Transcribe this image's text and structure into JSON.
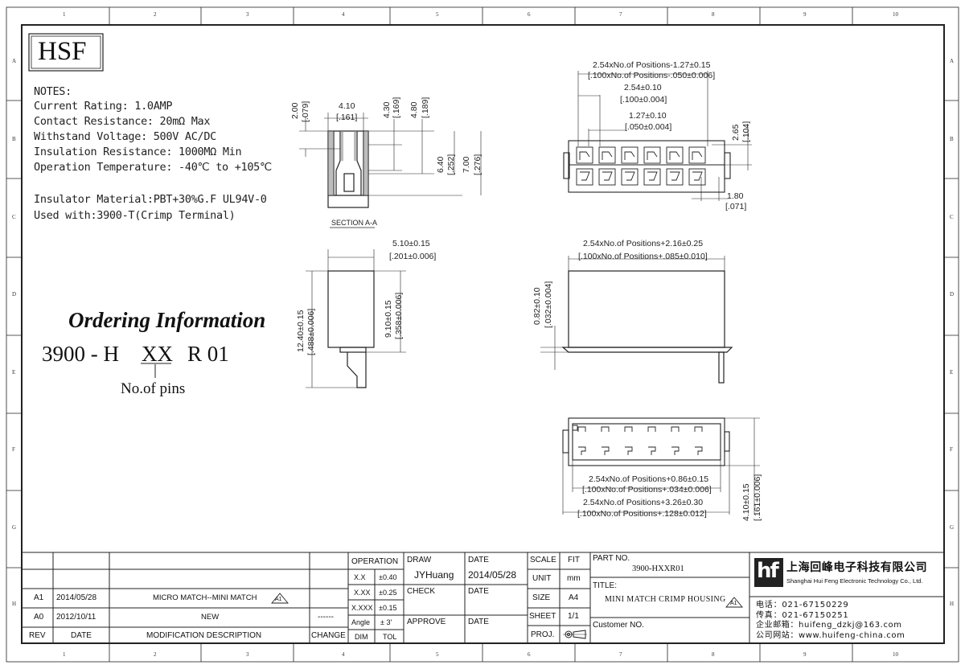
{
  "logo": {
    "text": "HSF"
  },
  "notes": [
    "NOTES:",
    "Current Rating: 1.0AMP",
    "Contact Resistance: 20mΩ Max",
    "Withstand Voltage: 500V AC/DC",
    "Insulation Resistance: 1000MΩ Min",
    "Operation Temperature: -40℃ to +105℃",
    "Insulator Material:PBT+30%G.F UL94V-0",
    "Used with:3900-T(Crimp Terminal)"
  ],
  "ordering": {
    "heading": "Ordering Information",
    "p1": "3900 - H",
    "p2": "XX",
    "p3": "R 01",
    "note": "No.of pins"
  },
  "zones": {
    "cols": [
      "1",
      "2",
      "3",
      "4",
      "5",
      "6",
      "7",
      "8",
      "9",
      "10"
    ],
    "rows": [
      "A",
      "B",
      "C",
      "D",
      "E",
      "F",
      "G",
      "H"
    ]
  },
  "section_label": "SECTION A-A",
  "dims": {
    "d200": "2.00",
    "d079": "[.079]",
    "d410": "4.10",
    "d161": "[.161]",
    "d430": "4.30",
    "d169": "[.169]",
    "d480": "4.80",
    "d189": "[.189]",
    "d640": "6.40",
    "d252": "[.252]",
    "d700": "7.00",
    "d276": "[.276]",
    "pitch_total_a": "2.54xNo.of Positions-1.27±0.15",
    "pitch_total_b": "[.100xNo.of Positions-.050±0.006]",
    "pitch_a": "2.54±0.10",
    "pitch_b": "[.100±0.004]",
    "half_a": "1.27±0.10",
    "half_b": "[.050±0.004]",
    "d265": "2.65",
    "d104": "[.104]",
    "d180": "1.80",
    "d071": "[.071]",
    "w510a": "5.10±0.15",
    "w510b": "[.201±0.006]",
    "h1240a": "12.40±0.15",
    "h1240b": "[.488±0.006]",
    "h910a": "9.10±0.15",
    "h910b": "[.358±0.006]",
    "len_a": "2.54xNo.of Positions+2.16±0.25",
    "len_b": "[.100xNo.of Positions+.085±0.010]",
    "d082a": "0.82±0.10",
    "d082b": "[.032±0.004]",
    "b086a": "2.54xNo.of Positions+0.86±0.15",
    "b086b": "[.100xNo.of Positions+.034±0.006]",
    "b326a": "2.54xNo.of Positions+3.26±0.30",
    "b326b": "[.100xNo.of Positions+.128±0.012]",
    "d410a": "4.10±0.15",
    "d410b": "[.161±0.006]"
  },
  "revisions": [
    {
      "rev": "A1",
      "date": "2014/05/28",
      "desc": "MICRO MATCH--MINI MATCH",
      "badge": "A1",
      "change": ""
    },
    {
      "rev": "A0",
      "date": "2012/10/11",
      "desc": "NEW",
      "badge": "",
      "change": "------"
    }
  ],
  "rev_header": {
    "rev": "REV",
    "date": "DATE",
    "desc": "MODIFICATION DESCRIPTION",
    "change": "CHANGE"
  },
  "tolerances": {
    "header": "OPERATION",
    "rows": [
      {
        "k": "X.X",
        "v": "±0.40"
      },
      {
        "k": "X.XX",
        "v": "±0.25"
      },
      {
        "k": "X.XXX",
        "v": "±0.15"
      },
      {
        "k": "Angle",
        "v": "± 3'"
      }
    ],
    "dim": "DIM",
    "tol": "TOL"
  },
  "signoff": {
    "draw": "DRAW",
    "drawer": "JYHuang",
    "check": "CHECK",
    "approve": "APPROVE",
    "date": "DATE",
    "draw_date": "2014/05/28"
  },
  "scale": {
    "scale": "SCALE",
    "fit": "FIT",
    "unit": "UNIT",
    "unit_val": "mm",
    "size": "SIZE",
    "size_val": "A4",
    "sheet": "SHEET",
    "sheet_val": "1/1",
    "proj": "PROJ."
  },
  "part": {
    "label": "PART NO.",
    "value": "3900-HXXR01",
    "title_label": "TITLE:",
    "title": "MINI MATCH CRIMP HOUSING",
    "title_badge": "A1",
    "customer": "Customer NO."
  },
  "company": {
    "mark": "hf",
    "name_cn": "上海回峰电子科技有限公司",
    "name_en": "Shanghai Hui Feng Electronic Technology Co., Ltd.",
    "phone": "电话：021-67150229",
    "fax": "传真：021-67150251",
    "email": "企业邮箱：huifeng_dzkj@163.com",
    "web": "公司网站：www.huifeng-china.com"
  }
}
